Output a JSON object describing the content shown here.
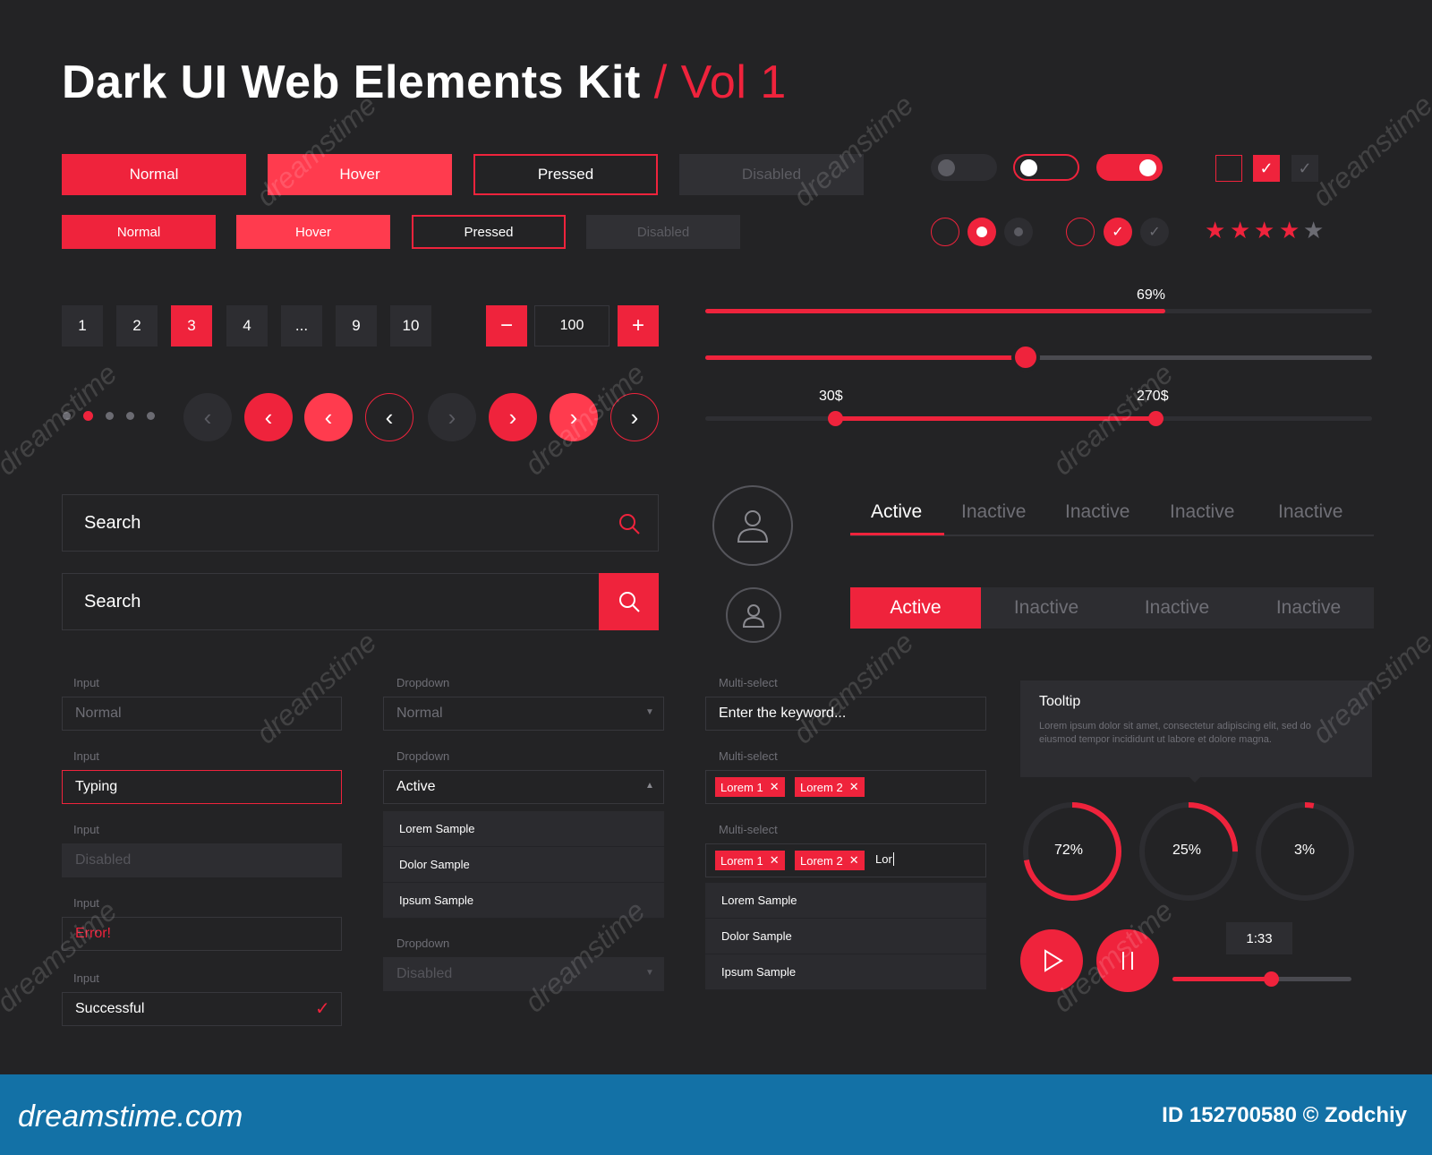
{
  "title": {
    "main": "Dark UI Web Elements Kit",
    "sub": "/ Vol 1"
  },
  "colors": {
    "accent": "#ef233c",
    "background": "#232325",
    "surface": "#2d2d31",
    "muted": "#6f6f76",
    "footer": "#1371a6"
  },
  "buttons_large": [
    "Normal",
    "Hover",
    "Pressed",
    "Disabled"
  ],
  "buttons_small": [
    "Normal",
    "Hover",
    "Pressed",
    "Disabled"
  ],
  "toggles": [
    {
      "state": "off"
    },
    {
      "state": "off-outlined"
    },
    {
      "state": "on"
    }
  ],
  "checkboxes": [
    {
      "checked": false
    },
    {
      "checked": true
    },
    {
      "checked": true,
      "disabled": true
    }
  ],
  "radios": [
    {
      "selected": false
    },
    {
      "selected": true
    },
    {
      "selected": true,
      "disabled": true
    }
  ],
  "radio_checks": [
    {
      "checked": false
    },
    {
      "checked": true
    },
    {
      "checked": true,
      "disabled": true
    }
  ],
  "rating": {
    "value": 4,
    "max": 5
  },
  "pagination": {
    "pages": [
      "1",
      "2",
      "3",
      "4",
      "...",
      "9",
      "10"
    ],
    "active": "3"
  },
  "stepper": {
    "value": "100",
    "minus_icon": "minus-icon",
    "plus_icon": "plus-icon"
  },
  "carousel_dots": {
    "count": 5,
    "active_index": 1
  },
  "progress": {
    "label": "69%",
    "value": 0.69
  },
  "slider": {
    "value": 0.48
  },
  "range_slider": {
    "min_label": "30$",
    "max_label": "270$",
    "min_value": 30,
    "max_value": 270
  },
  "search_fields": [
    {
      "placeholder": "Search"
    },
    {
      "placeholder": "Search"
    }
  ],
  "inputs": [
    {
      "label": "Input",
      "value": "Normal",
      "state": "normal"
    },
    {
      "label": "Input",
      "value": "Typing",
      "state": "typing"
    },
    {
      "label": "Input",
      "value": "Disabled",
      "state": "disabled"
    },
    {
      "label": "Input",
      "value": "Error!",
      "state": "error"
    },
    {
      "label": "Input",
      "value": "Successful",
      "state": "success"
    }
  ],
  "dropdowns": [
    {
      "label": "Dropdown",
      "value": "Normal"
    },
    {
      "label": "Dropdown",
      "value": "Active"
    },
    {
      "label": "Dropdown",
      "value": "Disabled"
    }
  ],
  "dropdown_options": [
    "Lorem Sample",
    "Dolor Sample",
    "Ipsum Sample"
  ],
  "multiselect": {
    "label": "Multi-select",
    "placeholder": "Enter the keyword...",
    "tags": [
      "Lorem 1",
      "Lorem 2"
    ],
    "typed": "Lor",
    "options": [
      "Lorem Sample",
      "Dolor Sample",
      "Ipsum Sample"
    ]
  },
  "tabs_underline": {
    "items": [
      "Active",
      "Inactive",
      "Inactive",
      "Inactive",
      "Inactive"
    ],
    "active_index": 0
  },
  "tabs_segmented": {
    "items": [
      "Active",
      "Inactive",
      "Inactive",
      "Inactive"
    ],
    "active_index": 0
  },
  "tooltip": {
    "title": "Tooltip",
    "body": "Lorem ipsum dolor sit amet, consectetur adipiscing elit, sed do eiusmod tempor incididunt ut labore et dolore magna."
  },
  "rings": [
    {
      "label": "72%",
      "value": 0.72
    },
    {
      "label": "25%",
      "value": 0.25
    },
    {
      "label": "3%",
      "value": 0.03
    }
  ],
  "player": {
    "time": "1:33",
    "progress": 0.55
  },
  "watermark": {
    "text": "dreamstime"
  },
  "footer": {
    "site": "dreamstime.com",
    "id_text": "ID 152700580 © Zodchiy"
  }
}
